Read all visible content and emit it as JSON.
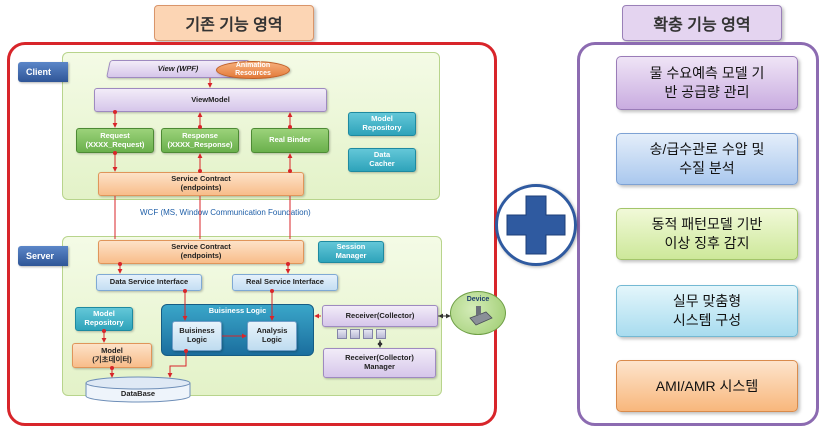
{
  "headers": {
    "existing": "기존 기능 영역",
    "extended": "확충 기능 영역"
  },
  "client": {
    "tag": "Client",
    "view": "View (WPF)",
    "animation": "Animation\nResources",
    "viewmodel": "ViewModel",
    "request": "Request\n(XXXX_Request)",
    "response": "Response\n(XXXX_Response)",
    "real_binder": "Real Binder",
    "model_repository": "Model\nRepository",
    "data_cacher": "Data\nCacher",
    "service_contract": "Service Contract\n(endpoints)"
  },
  "wcf_label": "WCF (MS, Window Communication Foundation)",
  "server": {
    "tag": "Server",
    "service_contract": "Service Contract\n(endpoints)",
    "session_manager": "Session\nManager",
    "data_service_interface": "Data Service Interface",
    "real_service_interface": "Real Service Interface",
    "business_logic_group": "Buisiness Logic",
    "business_logic": "Buisiness\nLogic",
    "analysis_logic": "Analysis\nLogic",
    "receiver": "Receiver(Collector)",
    "receiver_manager": "Receiver(Collector)\nManager",
    "model_repository": "Model\nRepository",
    "model": "Model\n(기초데이터)",
    "database": "DataBase",
    "device": "Device"
  },
  "extended_items": [
    "물 수요예측 모델 기\n반 공급량 관리",
    "송/급수관로 수압 및\n수질 분석",
    "동적 패턴모델 기반\n이상 징후 감지",
    "실무 맞춤형\n시스템 구성",
    "AMI/AMR 시스템"
  ],
  "colors": {
    "red_frame": "#d8252a",
    "purple_frame": "#8c6bb1",
    "plus": "#2f5aa0"
  }
}
